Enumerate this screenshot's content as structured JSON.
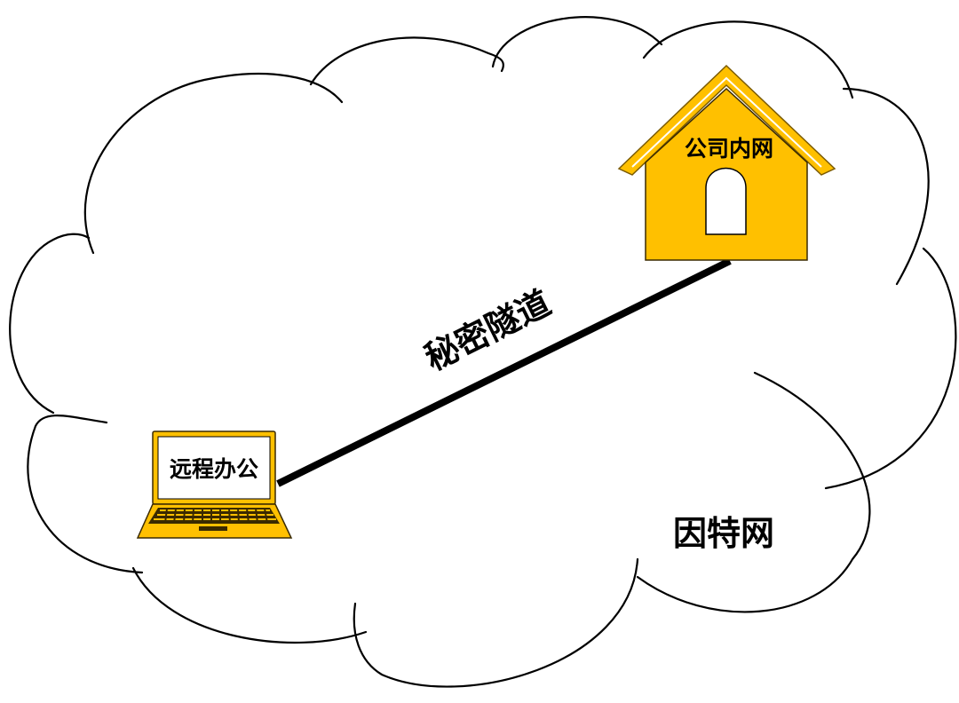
{
  "colors": {
    "accent": "#FFC000",
    "outline": "#000000",
    "background": "#FFFFFF"
  },
  "icons": {
    "cloud": "cloud-shape",
    "house": "house-icon",
    "laptop": "laptop-icon"
  },
  "labels": {
    "internet": "因特网",
    "tunnel": "秘密隧道",
    "company_network": "公司内网",
    "remote_office": "远程办公"
  }
}
